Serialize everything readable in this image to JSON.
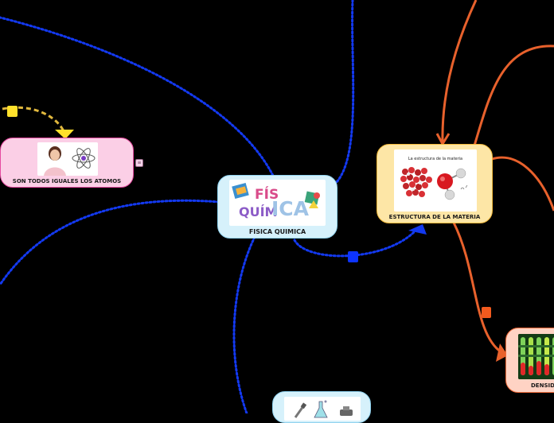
{
  "central_topic": {
    "title": "FISICA QUIMICA",
    "image_text_top": "FÍS",
    "image_text_bottom": "QUÍM",
    "image_text_big": "ICA"
  },
  "nodes": {
    "atomos": {
      "title": "SON TODOS IGUALES LOS ATOMOS"
    },
    "estructura": {
      "title": "ESTRUCTURA DE LA MATERIA",
      "image_caption": "La estructura de la materia"
    },
    "densidad": {
      "title": "DENSID"
    },
    "bottom": {
      "title": ""
    }
  },
  "colors": {
    "background": "#000000",
    "blue_connector": "#1339f0",
    "orange_connector": "#e8612c",
    "yellow_connector": "#f2c94c",
    "yellow_marker": "#ffe12b",
    "blue_marker": "#0d34ff",
    "orange_marker": "#f25a1e"
  },
  "icons": [
    "note-icon",
    "atom-icon",
    "molecule-icon",
    "flask-icon",
    "microscope-icon"
  ]
}
